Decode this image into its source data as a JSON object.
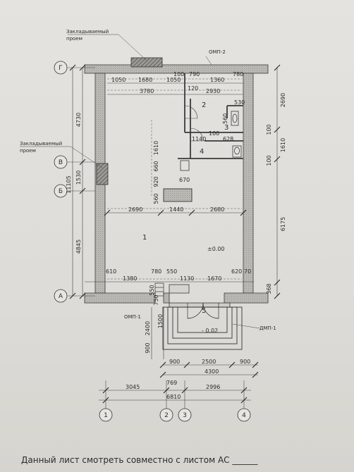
{
  "labels": {
    "bricked_opening_top": [
      "Закладываемый",
      "проем"
    ],
    "bricked_opening_left": [
      "Закладываемый",
      "проем"
    ],
    "omp2": "ОМП-2",
    "omp1": "ОМП-1",
    "dmp1": "ДМП-1",
    "level_main": "±0.00",
    "level_porch": "- 0.02"
  },
  "rooms": [
    "1",
    "2",
    "3",
    "4",
    "5"
  ],
  "axes": {
    "letters": [
      "Г",
      "В",
      "Б",
      "А"
    ],
    "numbers": [
      "1",
      "2",
      "3",
      "4"
    ]
  },
  "dims": {
    "left_vertical": [
      "4730",
      "1530",
      "11105",
      "4845"
    ],
    "right_vertical": [
      "2690",
      "100",
      "1610",
      "100",
      "6175",
      "368"
    ],
    "top_row1": [
      "1050",
      "1680",
      "1050",
      "100",
      "790",
      "1360",
      "780"
    ],
    "top_row2": [
      "3780",
      "2930"
    ],
    "mid_row": [
      "2690",
      "1440",
      "2680"
    ],
    "bottom_row": [
      "610",
      "1380",
      "780",
      "550",
      "1130",
      "1670",
      "620",
      "70"
    ],
    "small": [
      "530",
      "560",
      "1140",
      "100",
      "628",
      "1610",
      "660",
      "920",
      "670",
      "560",
      "100",
      "550",
      "750",
      "1500",
      "2400",
      "900",
      "120"
    ],
    "porch_row1": [
      "900",
      "2500",
      "900"
    ],
    "porch_row2": [
      "4300"
    ],
    "bottom_axis_row1": [
      "3045",
      "769",
      "2996"
    ],
    "bottom_axis_row2": [
      "6810"
    ]
  },
  "footer": "Данный лист смотреть совместно с листом АС ______"
}
